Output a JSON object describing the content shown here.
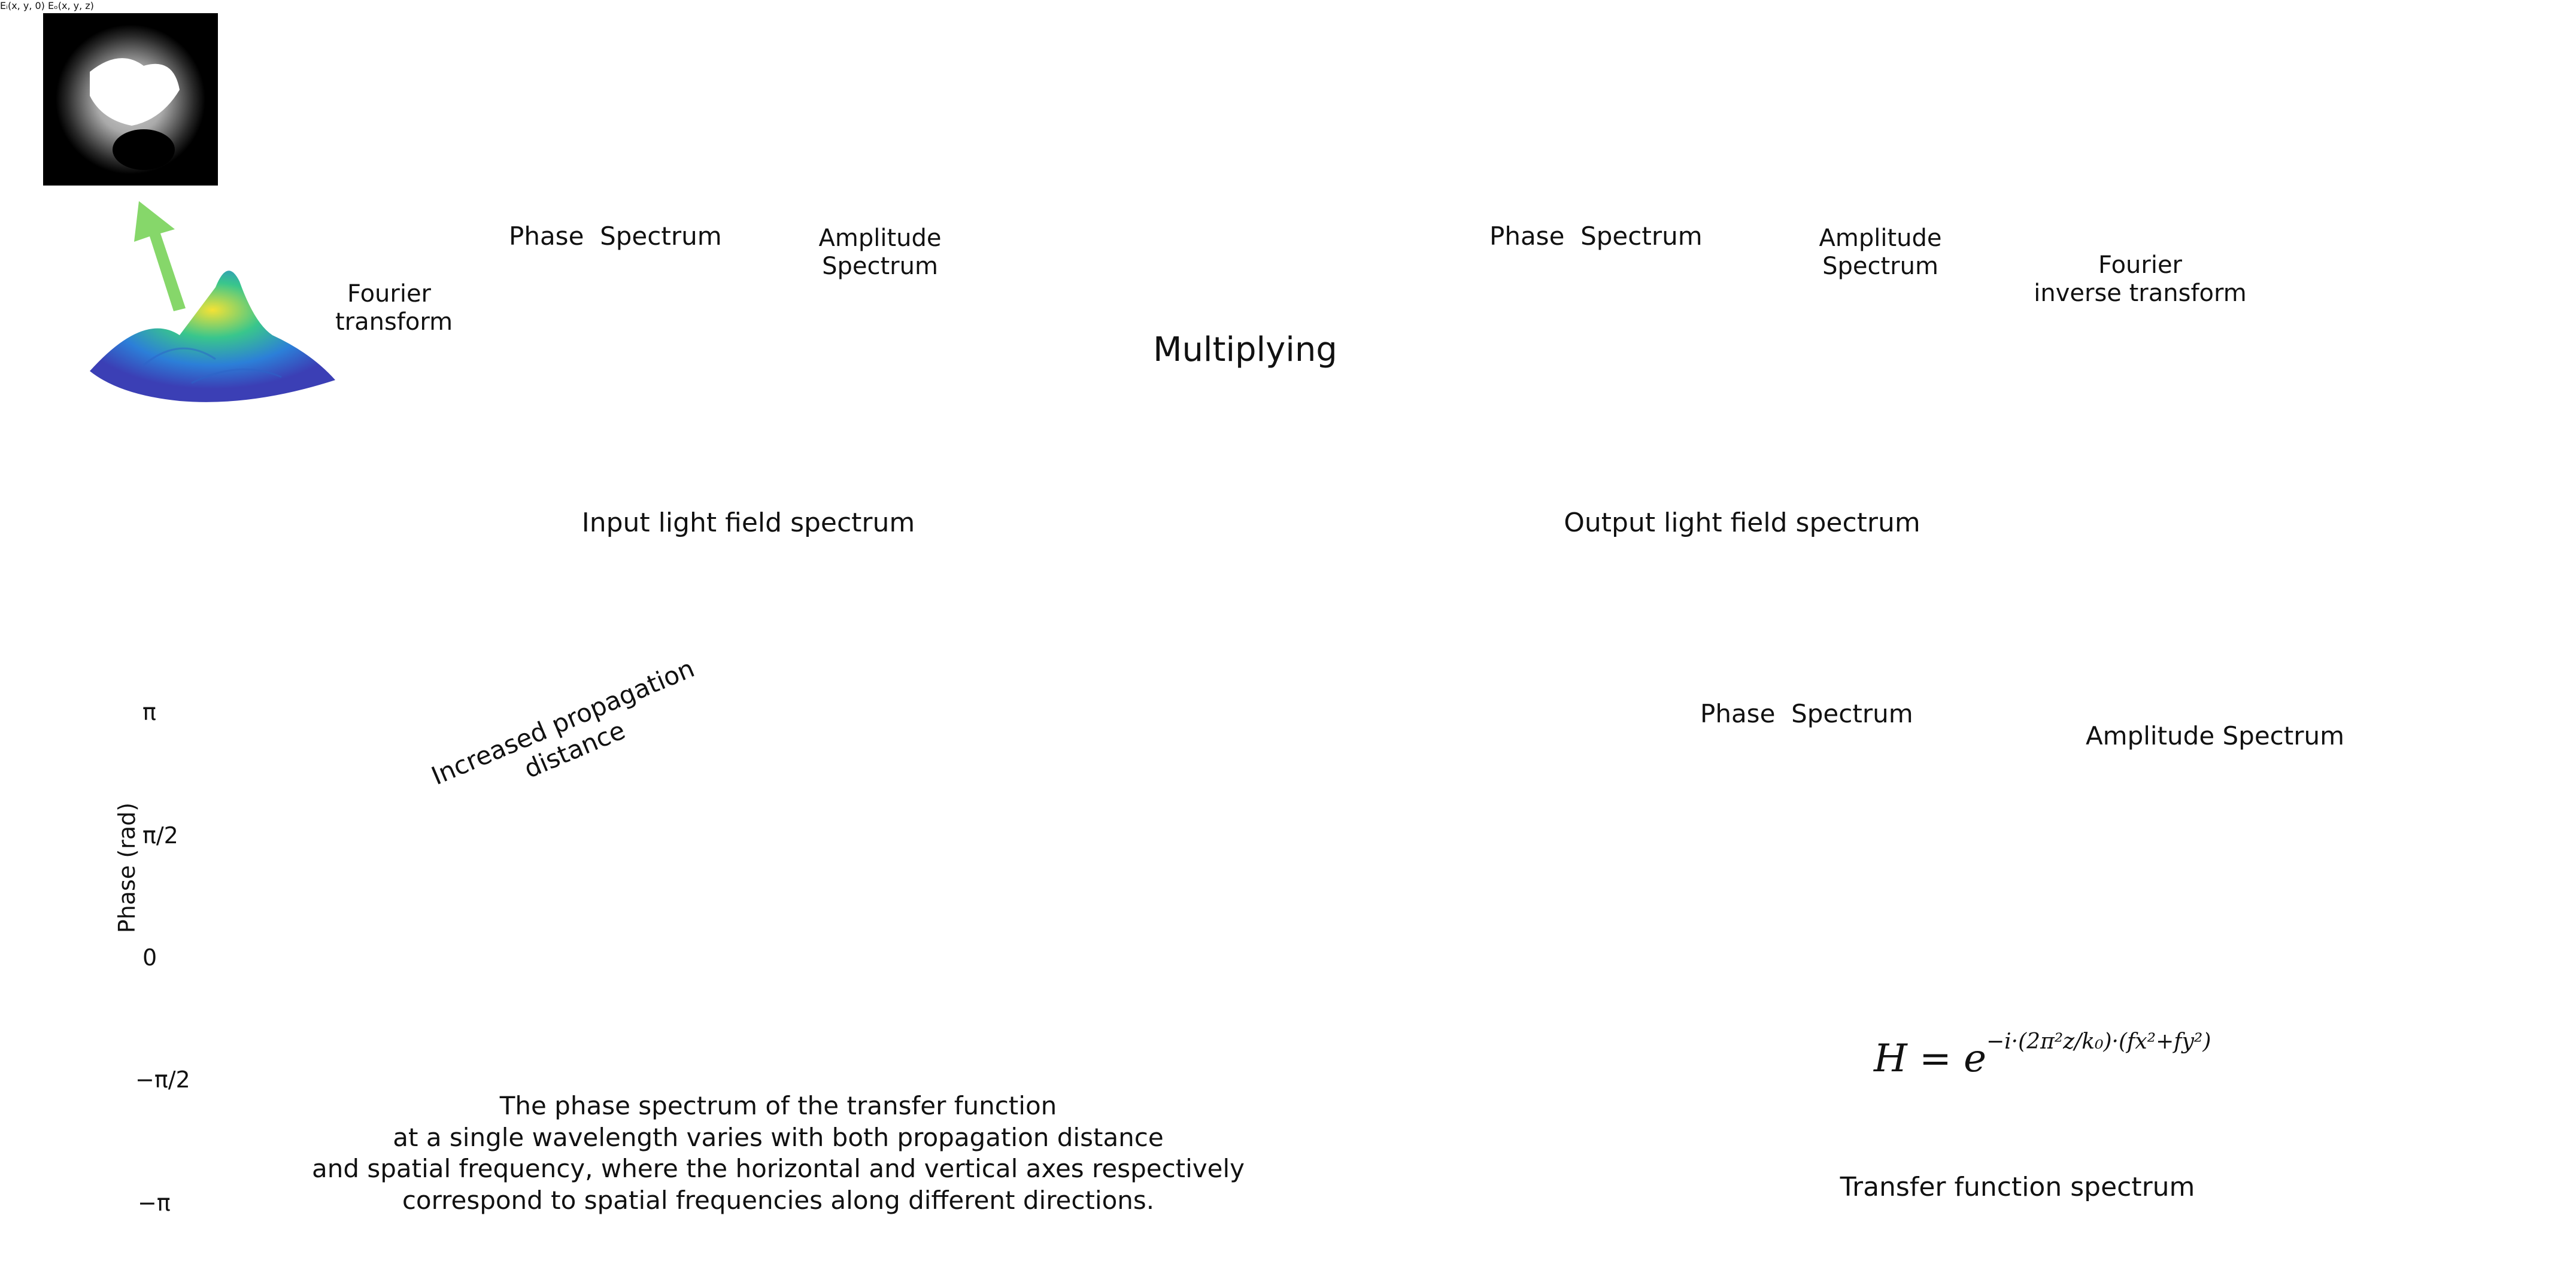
{
  "colors": {
    "arrow": "#86d76a",
    "box_border": "#b3b3b3",
    "dashed_border": "#9a9a9a",
    "flat_phase": "#a4f045",
    "flat_amplitude": "#1f7ab3",
    "amplitude_plane": "#3a2fa6",
    "panel_frame": "#cfeef5",
    "dotted_line": "#2b5a78",
    "propagation_arrow": "#e8a07a"
  },
  "input": {
    "field_label": "Eᵢ(x, y, 0)",
    "fourier_label": "Fourier\ntransform"
  },
  "input_spectrum": {
    "phase_label": "Phase  Spectrum",
    "amplitude_label": "Amplitude\nSpectrum",
    "caption": "Input light field spectrum"
  },
  "multiplying": "Multiplying",
  "output_spectrum": {
    "phase_label": "Phase  Spectrum",
    "amplitude_label": "Amplitude\nSpectrum",
    "caption": "Output light field spectrum"
  },
  "output": {
    "inverse_label": "Fourier\ninverse transform",
    "field_label": "Eₒ(x, y, z)"
  },
  "transfer": {
    "phase_label": "Phase  Spectrum",
    "amplitude_label": "Amplitude Spectrum",
    "caption": "Transfer function spectrum",
    "formula_lhs": "H = e",
    "formula_exp": "−i·(2π²z/k₀)·(fx²+fy²)"
  },
  "colorbar": {
    "ticks": [
      "π",
      "π/2",
      "0",
      "−π/2",
      "−π"
    ],
    "label": "Phase (rad)"
  },
  "propagation_label": "Increased propagation\ndistance",
  "description": "The phase spectrum of the transfer function\nat a single wavelength varies with both propagation distance\nand spatial frequency, where the horizontal and vertical axes respectively\ncorrespond to spatial frequencies along different directions."
}
